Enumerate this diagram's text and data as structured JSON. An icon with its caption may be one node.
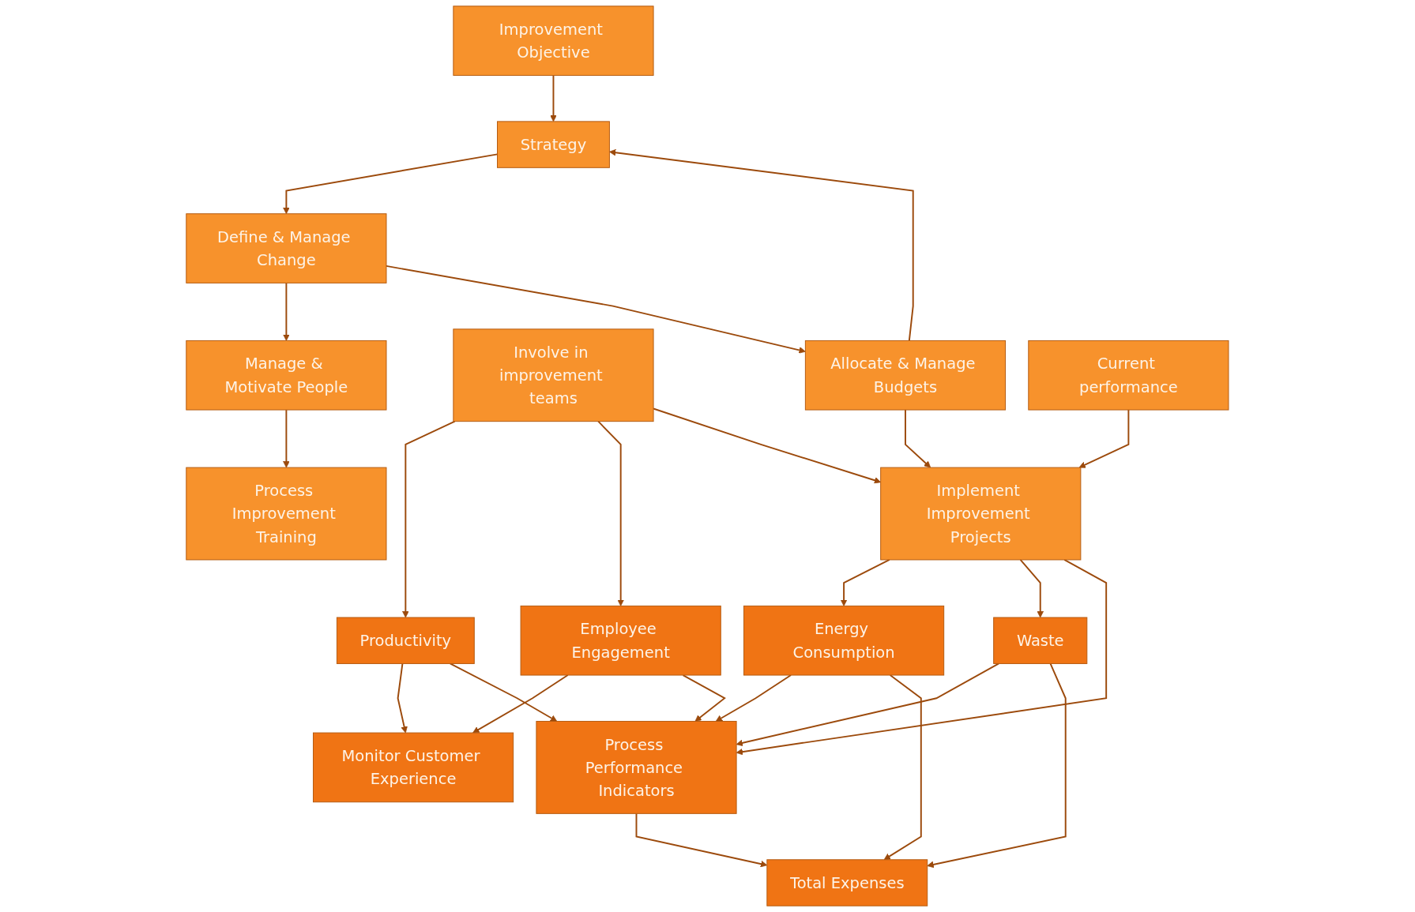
{
  "diagram": {
    "nodes": [
      {
        "text": [
          "Manage & Motivate People"
        ]
      },
      {
        "text": [
          "Process Improvement Training"
        ]
      },
      {
        "text": [
          "Productivity"
        ]
      },
      {
        "text": [
          "Involve in improvement teams"
        ]
      },
      {
        "text": [
          "Employee Engagement"
        ]
      },
      {
        "text": [
          "Monitor Customer Experience"
        ]
      },
      {
        "text": [
          "Define & Manage Change"
        ]
      },
      {
        "text": [
          "Strategy"
        ]
      },
      {
        "text": [
          "Process Performance Indicators"
        ]
      },
      {
        "text": [
          "Implement Improvement Projects"
        ]
      },
      {
        "text": [
          "Energy Consumption"
        ]
      },
      {
        "text": [
          "Improvement Objective"
        ]
      },
      {
        "text": [
          "Allocate & Manage Budgets"
        ]
      },
      {
        "text": [
          "Current performance"
        ]
      },
      {
        "text": [
          "Total Expenses"
        ]
      },
      {
        "text": [
          "Waste"
        ]
      }
    ],
    "edges": [
      {
        "from": 0,
        "to": 1,
        "arrow": "to"
      },
      {
        "from": 6,
        "to": 0,
        "arrow": "to"
      },
      {
        "from": 7,
        "to": 6,
        "arrow": "to"
      },
      {
        "from": 6,
        "to": 12,
        "arrow": "to"
      },
      {
        "from": 12,
        "to": 7,
        "arrow": "to"
      },
      {
        "from": 11,
        "to": 7,
        "arrow": "to"
      },
      {
        "from": 3,
        "to": 2,
        "arrow": "to"
      },
      {
        "from": 3,
        "to": 4,
        "arrow": "to"
      },
      {
        "from": 3,
        "to": 9,
        "arrow": "to"
      },
      {
        "from": 12,
        "to": 9,
        "arrow": "to"
      },
      {
        "from": 13,
        "to": 9,
        "arrow": "to"
      },
      {
        "from": 9,
        "to": 10,
        "arrow": "to"
      },
      {
        "from": 9,
        "to": 15,
        "arrow": "to"
      },
      {
        "from": 9,
        "to": 8,
        "arrow": "to"
      },
      {
        "from": 2,
        "to": 5,
        "arrow": "to"
      },
      {
        "from": 4,
        "to": 5,
        "arrow": "to"
      },
      {
        "from": 2,
        "to": 8,
        "arrow": "to"
      },
      {
        "from": 4,
        "to": 8,
        "arrow": "to"
      },
      {
        "from": 10,
        "to": 8,
        "arrow": "to"
      },
      {
        "from": 15,
        "to": 8,
        "arrow": "to"
      },
      {
        "from": 10,
        "to": 14,
        "arrow": "to"
      },
      {
        "from": 15,
        "to": 14,
        "arrow": "to"
      },
      {
        "from": 8,
        "to": 14,
        "arrow": "to"
      }
    ]
  }
}
